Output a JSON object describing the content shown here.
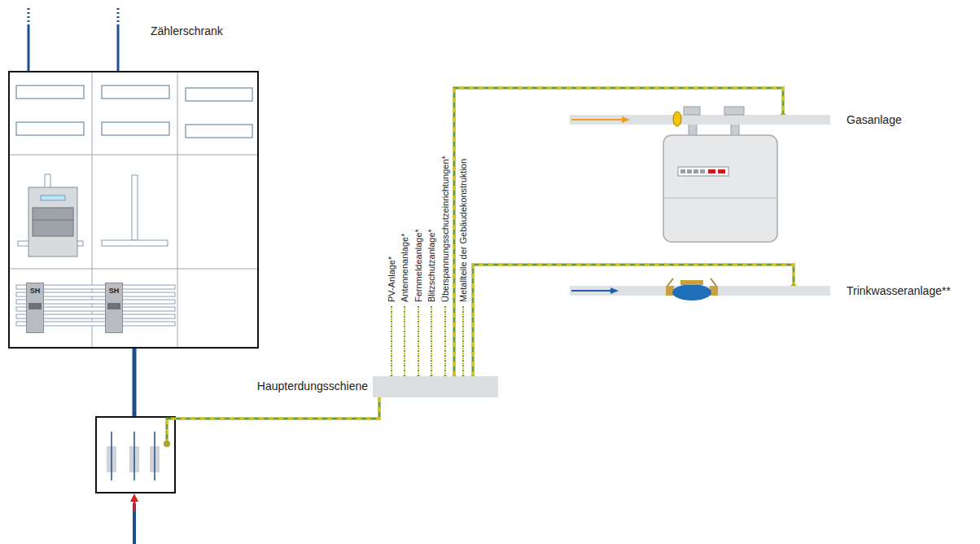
{
  "diagram": {
    "nodes": [
      {
        "text": [
          "Zählerschrank"
        ]
      },
      {
        "text": [
          "SH"
        ],
        "in": 0
      },
      {
        "text": [
          "SH"
        ],
        "in": 0
      },
      {
        "text": [
          "Haupterdungsschiene"
        ]
      },
      {
        "text": [
          "Gasanlage"
        ]
      },
      {
        "text": [
          "Trinkwasseranlage**"
        ]
      }
    ],
    "edges": [
      {
        "from": 3,
        "to": 4,
        "arrow": "none"
      },
      {
        "from": 3,
        "to": 5,
        "arrow": "none"
      }
    ],
    "labels": [
      "PV-Anlage*",
      "Antennenanlage*",
      "Fernmeldeanlage*",
      "Blitzschutzanlage*",
      "Überspannungsschutzeinrichtungen*",
      "Metallteile der Gebäudekonstruktion"
    ]
  }
}
